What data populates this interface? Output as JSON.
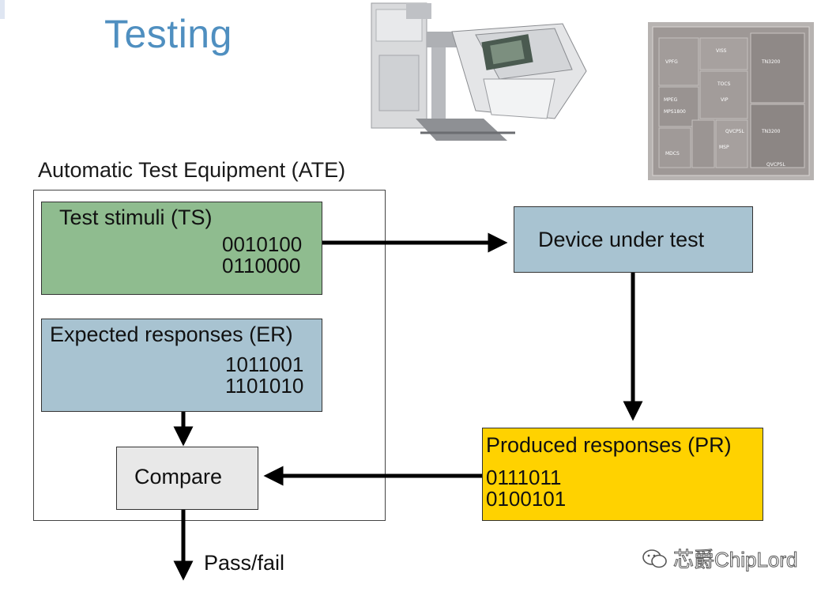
{
  "title": "Testing",
  "ate": {
    "label": "Automatic Test Equipment (ATE)"
  },
  "test_stimuli": {
    "title": "Test stimuli (TS)",
    "bits": [
      "0010100",
      "0110000"
    ]
  },
  "expected_responses": {
    "title": "Expected responses (ER)",
    "bits": [
      "1011001",
      "1101010"
    ]
  },
  "compare": {
    "label": "Compare"
  },
  "device_under_test": {
    "label": "Device under test"
  },
  "produced_responses": {
    "title": "Produced responses (PR)",
    "bits": [
      "0111011",
      "0100101"
    ]
  },
  "output": {
    "label": "Pass/fail"
  },
  "die_photo": {
    "block_labels": [
      "VPFG",
      "VISS",
      "TN3200",
      "MPEG",
      "TOCS",
      "VIP",
      "MPS1800",
      "TN3200",
      "MDCS",
      "MSP",
      "QVCP5L",
      "QVCP5L"
    ]
  },
  "watermark": {
    "text": "芯爵ChipLord"
  },
  "colors": {
    "title": "#4f8fc0",
    "ts_fill": "#8fbc8f",
    "er_fill": "#a8c3d1",
    "dut_fill": "#a8c3d1",
    "pr_fill": "#ffd200",
    "compare_fill": "#e8e8e8"
  }
}
